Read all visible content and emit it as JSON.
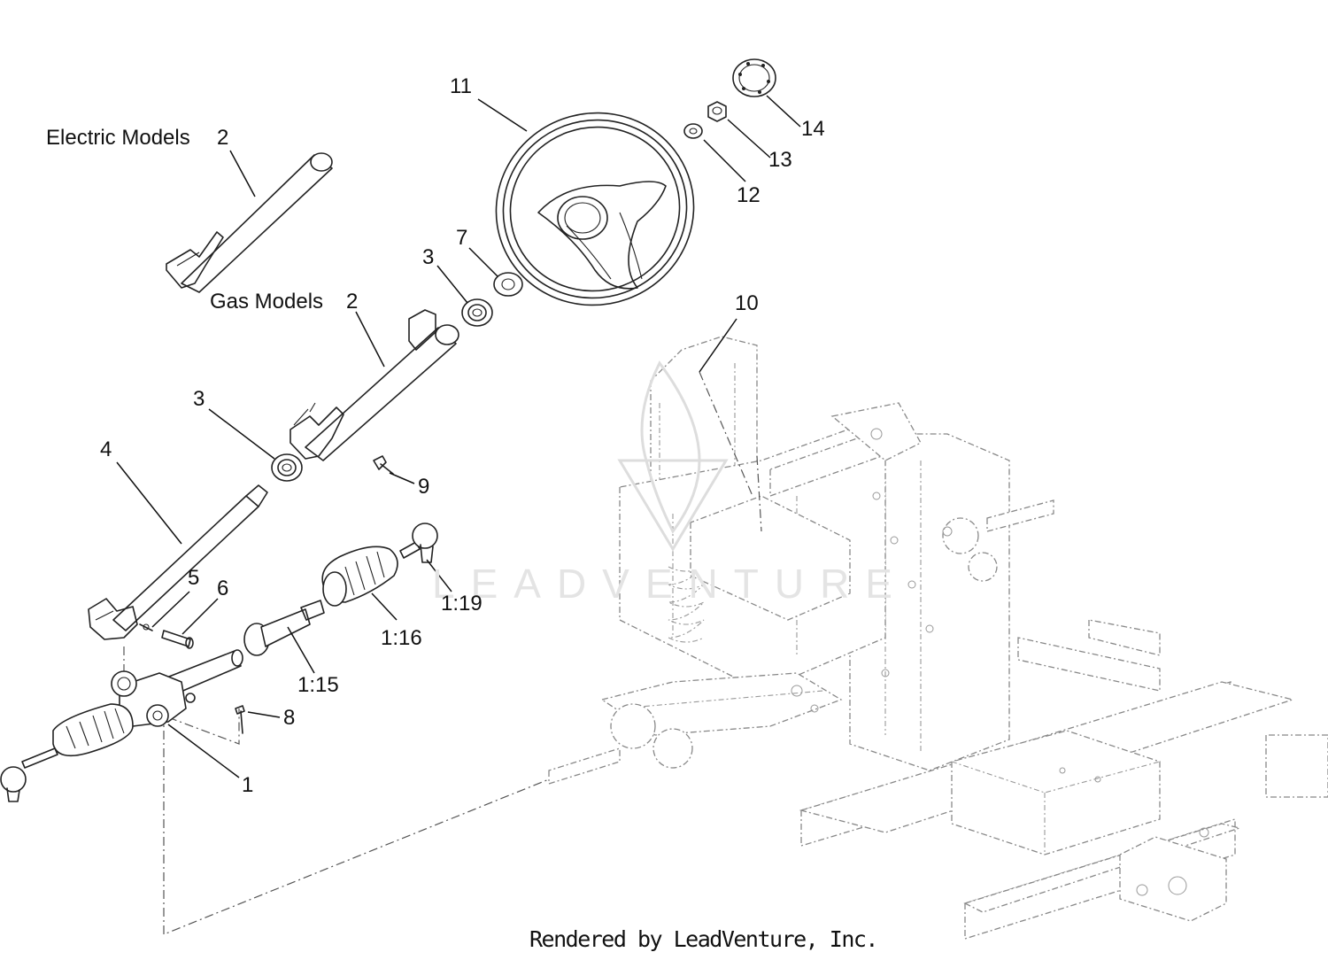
{
  "labels": {
    "electric_models": "Electric Models",
    "electric_models_num": "2",
    "gas_models": "Gas Models",
    "gas_models_num": "2",
    "n1": "1",
    "n3a": "3",
    "n3b": "3",
    "n4": "4",
    "n5": "5",
    "n6": "6",
    "n7": "7",
    "n8": "8",
    "n9": "9",
    "n10": "10",
    "n11": "11",
    "n12": "12",
    "n13": "13",
    "n14": "14",
    "n1_15": "1:15",
    "n1_16": "1:16",
    "n1_19": "1:19"
  },
  "watermark": "LEADVENTURE",
  "footer": "Rendered by LeadVenture, Inc."
}
